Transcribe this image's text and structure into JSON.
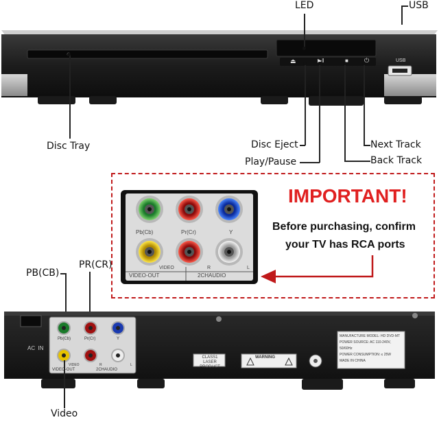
{
  "labels": {
    "led": "LED",
    "usb": "USB",
    "disc_tray": "Disc Tray",
    "disc_eject": "Disc Eject",
    "play_pause": "Play/Pause",
    "next_track": "Next Track",
    "back_track": "Back Track",
    "pb_cb": "PB(CB)",
    "pr_cr": "PR(CR)",
    "video": "Video"
  },
  "front_panel": {
    "usb_text": "USB"
  },
  "notice": {
    "title": "IMPORTANT!",
    "line1": "Before purchasing, confirm",
    "line2": "your TV has RCA ports",
    "title_color": "#e02020",
    "border_color": "#c0191a"
  },
  "closeup": {
    "pb": "Pb(Cb)",
    "pr": "Pr(Cr)",
    "y": "Y",
    "video": "VIDEO",
    "r": "R",
    "l": "L",
    "video_out": "VIDEO-OUT",
    "audio": "2CHAUDIO"
  },
  "back_panel": {
    "ac_in": "AC  IN",
    "pb": "Pb(Cb)",
    "pr": "Pr(Cr)",
    "y": "Y",
    "video": "VIDEO",
    "r": "R",
    "l": "L",
    "video_out": "VIDEO-OUT",
    "audio": "2CHAUDIO",
    "laser_line1": "CLASS1",
    "laser_line2": "LASER PRODUCT",
    "warning": "WARNING",
    "spec_model": "MANUFACTURE MODEL: HD DVD-MT",
    "spec_power": "POWER SOURCE: AC 110-240V, 50/60Hz",
    "spec_consumption": "POWER CONSUMPTION: ≤ 25W",
    "spec_made": "MADE IN CHINA"
  }
}
